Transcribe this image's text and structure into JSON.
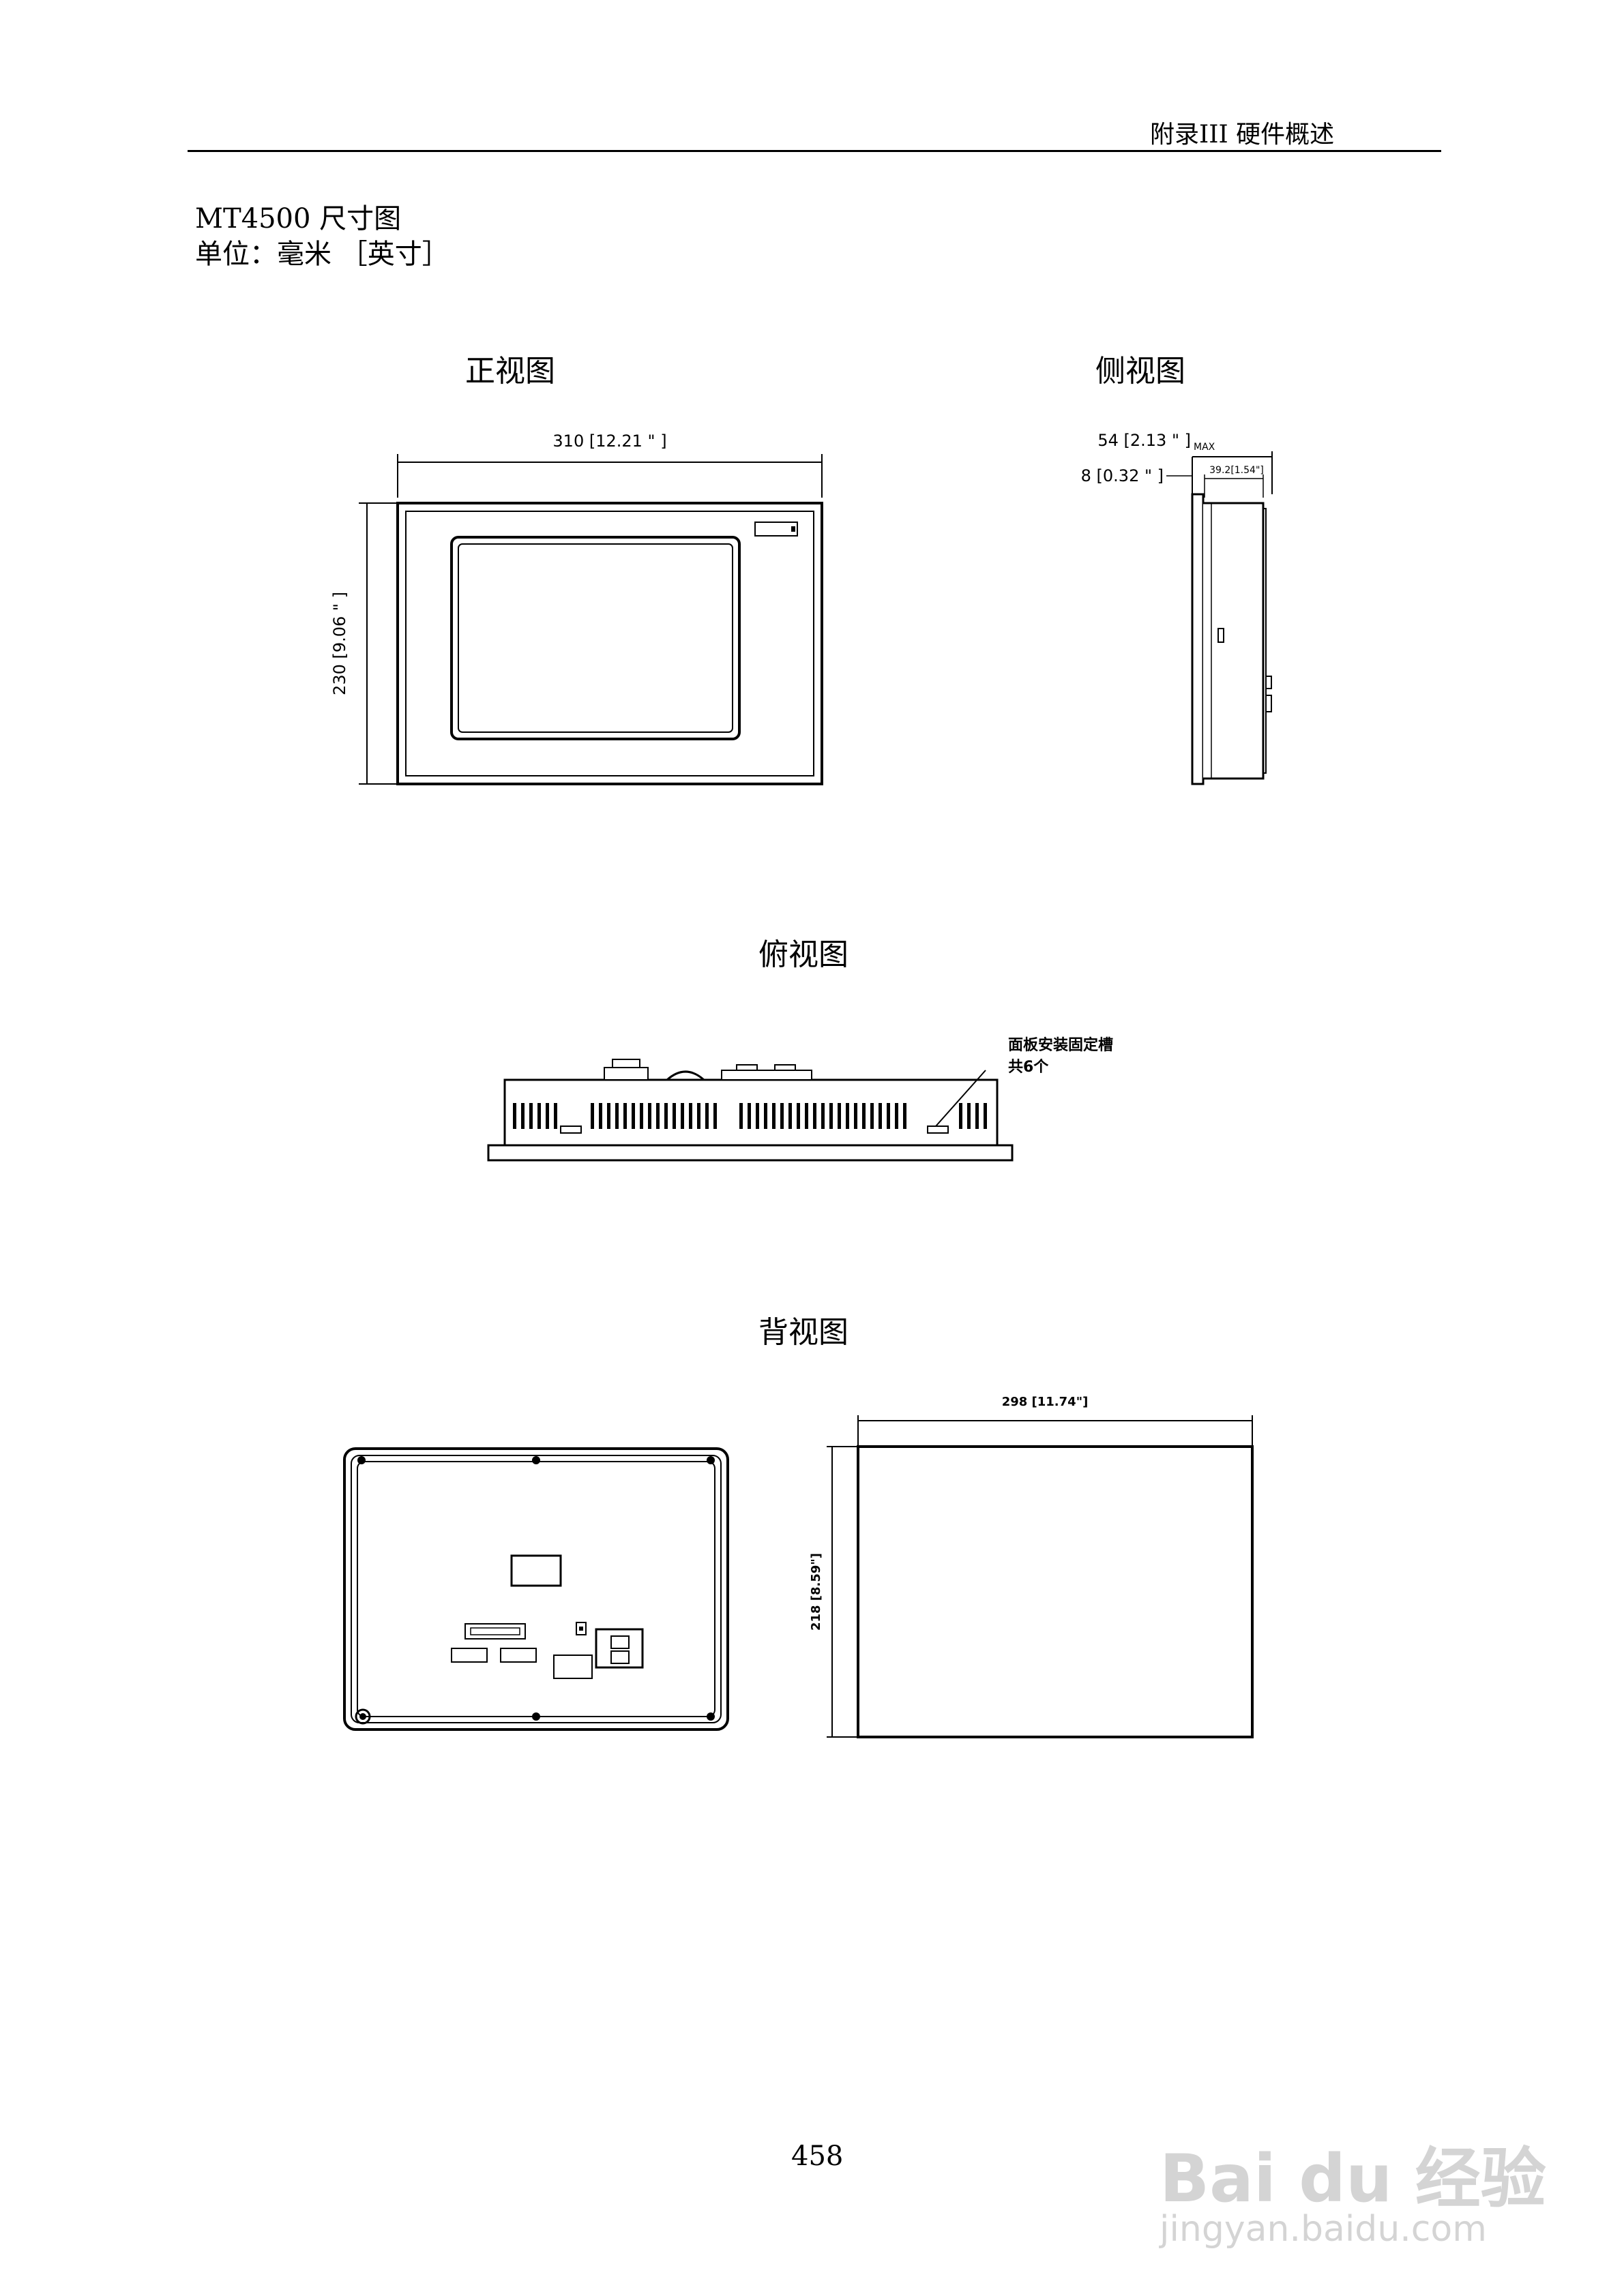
{
  "header": {
    "text": "附录III  硬件概述"
  },
  "document": {
    "model_title": "MT4500 尺寸图",
    "units_line": "单位：毫米 ［英寸］"
  },
  "views": {
    "front": {
      "title": "正视图",
      "width_label": "310 [12.21 \" ]",
      "height_label": "230 [9.06 \" ]"
    },
    "side": {
      "title": "侧视图",
      "depth_label": "54 [2.13 \" ]",
      "depth_suffix": "MAX",
      "bezel_label": "8 [0.32 \" ]",
      "body_label": "39.2[1.54\"]"
    },
    "top": {
      "title": "俯视图",
      "callout_line1": "面板安装固定槽",
      "callout_line2": "共6个"
    },
    "back": {
      "title": "背视图",
      "cutout_width_label": "298 [11.74\"]",
      "cutout_height_label": "218 [8.59\"]"
    }
  },
  "page": {
    "number": "458"
  },
  "watermark": {
    "brand": "Bai du 经验",
    "url": "jingyan.baidu.com"
  }
}
